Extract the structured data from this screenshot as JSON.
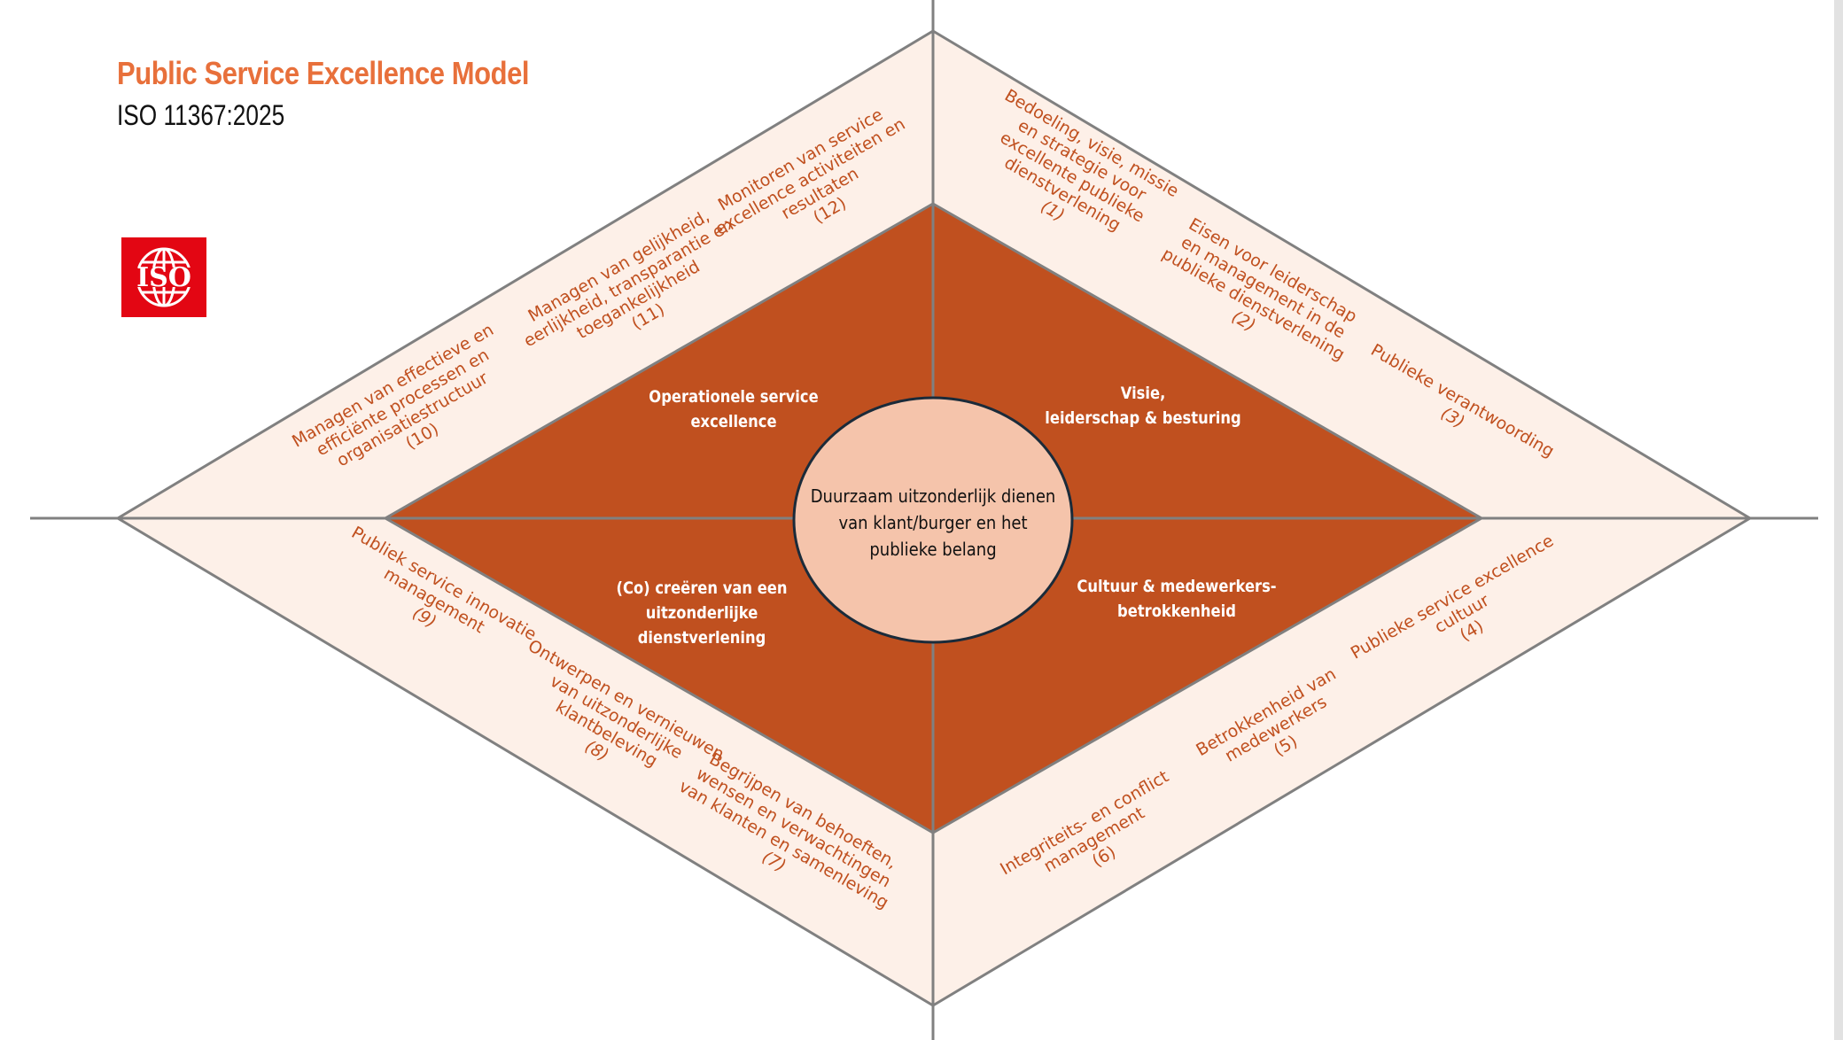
{
  "header": {
    "title": "Public Service Excellence Model",
    "subtitle": "ISO 11367:2025",
    "logo_text": "ISO"
  },
  "colors": {
    "title": "#e8703b",
    "inner_diamond": "#c0501f",
    "outer_diamond": "#fdf0e8",
    "center_circle": "#f5c4ab",
    "outline": "#808080",
    "label_text": "#c0501f",
    "iso_red": "#e30613"
  },
  "center": {
    "lines": [
      "Duurzaam uitzonderlijk dienen",
      "van klant/burger en het",
      "publieke belang"
    ]
  },
  "quadrants": {
    "top_left": {
      "lines": [
        "Operationele service",
        "excellence"
      ]
    },
    "top_right": {
      "lines": [
        "Visie,",
        "leiderschap & besturing"
      ]
    },
    "bottom_left": {
      "lines": [
        "(Co) creëren van een",
        "uitzonderlijke",
        "dienstverlening"
      ]
    },
    "bottom_right": {
      "lines": [
        "Cultuur & medewerkers-",
        "betrokkenheid"
      ]
    }
  },
  "elements": [
    {
      "number": "(1)",
      "lines": [
        "Bedoeling, visie, missie",
        "en strategie voor",
        "excellente publieke",
        "dienstverlening"
      ]
    },
    {
      "number": "(2)",
      "lines": [
        "Eisen voor leiderschap",
        "en management in de",
        "publieke dienstverlening"
      ]
    },
    {
      "number": "(3)",
      "lines": [
        "Publieke verantwoording"
      ]
    },
    {
      "number": "(4)",
      "lines": [
        "Publieke service excellence",
        "cultuur"
      ]
    },
    {
      "number": "(5)",
      "lines": [
        "Betrokkenheid van",
        "medewerkers"
      ]
    },
    {
      "number": "(6)",
      "lines": [
        "Integriteits- en conflict",
        "management"
      ]
    },
    {
      "number": "(7)",
      "lines": [
        "Begrijpen van behoeften,",
        "wensen en verwachtingen",
        "van klanten en samenleving"
      ]
    },
    {
      "number": "(8)",
      "lines": [
        "Ontwerpen en vernieuwen",
        "van uitzonderlijke",
        "klantbeleving"
      ]
    },
    {
      "number": "(9)",
      "lines": [
        "Publiek service innovatie",
        "management"
      ]
    },
    {
      "number": "(10)",
      "lines": [
        "Managen van effectieve en",
        "efficiënte processen en",
        "organisatiestructuur"
      ]
    },
    {
      "number": "(11)",
      "lines": [
        "Managen van gelijkheid,",
        "eerlijkheid, transparantie en",
        "toegankelijkheid"
      ]
    },
    {
      "number": "(12)",
      "lines": [
        "Monitoren van service",
        "excellence activiteiten en",
        "resultaten"
      ]
    }
  ]
}
